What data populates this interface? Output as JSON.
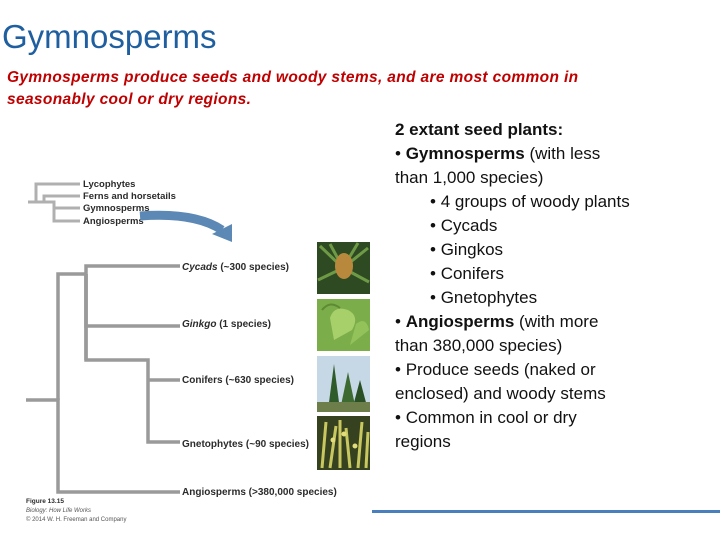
{
  "title": "Gymnosperms",
  "subtitle": "Gymnosperms produce seeds and woody stems, and are most common in seasonably cool or dry regions.",
  "text_lines": [
    {
      "prefix": "",
      "bold": "2 extant seed plants:",
      "rest": "",
      "indent": false
    },
    {
      "prefix": "• ",
      "bold": "Gymnosperms",
      "rest": " (with less",
      "indent": false
    },
    {
      "prefix": "",
      "bold": "",
      "rest": "than 1,000 species)",
      "indent": false
    },
    {
      "prefix": "• ",
      "bold": "",
      "rest": "4 groups of woody plants",
      "indent": true
    },
    {
      "prefix": "• ",
      "bold": "",
      "rest": "Cycads",
      "indent": true
    },
    {
      "prefix": "• ",
      "bold": "",
      "rest": "Gingkos",
      "indent": true
    },
    {
      "prefix": "• ",
      "bold": "",
      "rest": "Conifers",
      "indent": true
    },
    {
      "prefix": "• ",
      "bold": "",
      "rest": "Gnetophytes",
      "indent": true
    },
    {
      "prefix": "• ",
      "bold": "Angiosperms",
      "rest": " (with more",
      "indent": false
    },
    {
      "prefix": "",
      "bold": "",
      "rest": "than 380,000 species)",
      "indent": false
    },
    {
      "prefix": "• ",
      "bold": "",
      "rest": "Produce seeds (naked or",
      "indent": false
    },
    {
      "prefix": "",
      "bold": "",
      "rest": "enclosed) and woody stems",
      "indent": false
    },
    {
      "prefix": "• ",
      "bold": "",
      "rest": "Common in cool or dry",
      "indent": false
    },
    {
      "prefix": "",
      "bold": "",
      "rest": "regions",
      "indent": false
    }
  ],
  "figure": {
    "inset_labels": [
      "Lycophytes",
      "Ferns and horsetails",
      "Gymnosperms",
      "Angiosperms"
    ],
    "main_labels": {
      "cycads": {
        "name": "Cycads",
        "count": " (~300 species)"
      },
      "ginkgo": {
        "name": "Ginkgo",
        "count": " (1 species)"
      },
      "conifers": {
        "name": "Conifers",
        "count": " (~630 species)"
      },
      "gnetophytes": {
        "name": "Gnetophytes",
        "count": " (~90 species)"
      },
      "angiosperms": {
        "name": "Angiosperms",
        "count": " (>380,000 species)"
      }
    },
    "caption": [
      "Figure 13.15",
      "Biology: How Life Works",
      "© 2014 W. H. Freeman and Company"
    ]
  },
  "colors": {
    "title": "#1f5fa0",
    "subtitle": "#c00000",
    "tree_lines": "#9a9a9a",
    "arrow": "#5b88b5",
    "footer_line": "#4a7fbd"
  }
}
